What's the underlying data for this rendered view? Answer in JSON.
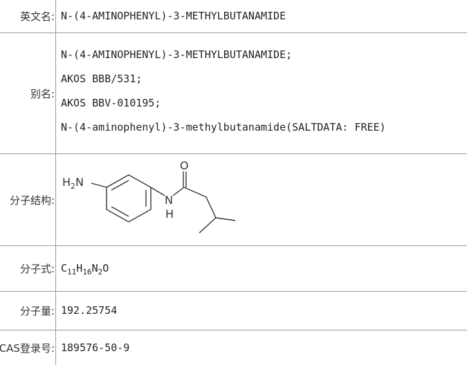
{
  "rows": {
    "english_name": {
      "label": "英文名:",
      "value": "N-(4-AMINOPHENYL)-3-METHYLBUTANAMIDE"
    },
    "synonyms": {
      "label": "别名:",
      "values": [
        "N-(4-AMINOPHENYL)-3-METHYLBUTANAMIDE;",
        "AKOS BBB/531;",
        "AKOS BBV-010195;",
        "N-(4-aminophenyl)-3-methylbutanamide(SALTDATA: FREE)"
      ]
    },
    "structure": {
      "label": "分子结构:",
      "atoms": {
        "amine": "H",
        "amine_sub": "2",
        "amine_n": "N",
        "amide_n": "N",
        "amide_h": "H",
        "oxygen": "O"
      }
    },
    "formula": {
      "label": "分子式:",
      "parts": [
        {
          "el": "C",
          "n": "11"
        },
        {
          "el": "H",
          "n": "16"
        },
        {
          "el": "N",
          "n": "2"
        },
        {
          "el": "O",
          "n": ""
        }
      ]
    },
    "mass": {
      "label": "分子量:",
      "value": "192.25754"
    },
    "cas": {
      "label": "CAS登录号:",
      "value": "189576-50-9"
    }
  }
}
